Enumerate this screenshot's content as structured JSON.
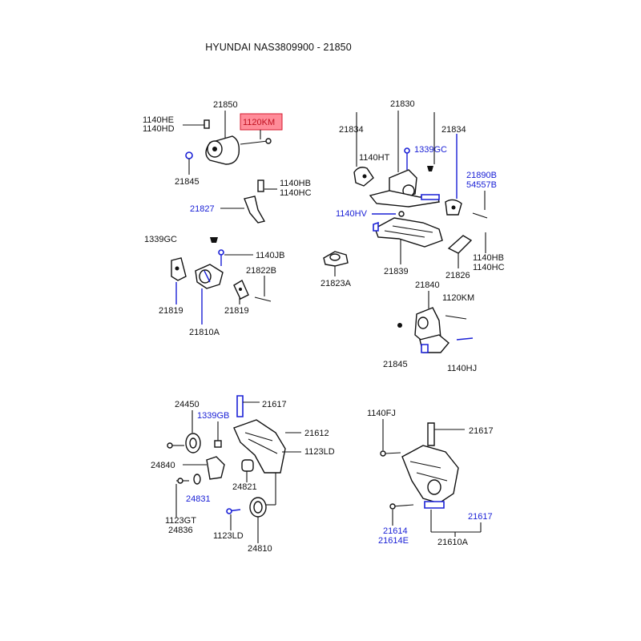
{
  "title": "HYUNDAI NAS3809900 - 21850",
  "colors": {
    "highlight_fill": "#ff8c99",
    "highlight_border": "#d61a2e",
    "link_blue": "#1a20d6",
    "ink": "#111111"
  },
  "labels": {
    "l1140HE": "1140HE",
    "l1140HD": "1140HD",
    "l21850": "21850",
    "l1120KM_top": "1120KM",
    "l21845_top": "21845",
    "l1140HB_a": "1140HB",
    "l1140HC_a": "1140HC",
    "l21827": "21827",
    "l1339GC_left": "1339GC",
    "l1140JB": "1140JB",
    "l21822B": "21822B",
    "l21819_a": "21819",
    "l21819_b": "21819",
    "l21810A": "21810A",
    "l21830": "21830",
    "l21834_a": "21834",
    "l21834_b": "21834",
    "l1140HT": "1140HT",
    "l1339GC_mid": "1339GC",
    "l21890B": "21890B",
    "l54557B": "54557B",
    "l1140HV": "1140HV",
    "l21823A": "21823A",
    "l21839": "21839",
    "l21826": "21826",
    "l1140HB_b": "1140HB",
    "l1140HC_b": "1140HC",
    "l21840": "21840",
    "l1120KM_right": "1120KM",
    "l21845_right": "21845",
    "l1140HJ": "1140HJ",
    "l24450": "24450",
    "l21617_a": "21617",
    "l1339GB": "1339GB",
    "l21612": "21612",
    "l1123LD_a": "1123LD",
    "l24840": "24840",
    "l24821": "24821",
    "l24831": "24831",
    "l1123GT": "1123GT",
    "l24836": "24836",
    "l1123LD_b": "1123LD",
    "l24810": "24810",
    "l1140FJ": "1140FJ",
    "l21617_b": "21617",
    "l21614": "21614",
    "l21614E": "21614E",
    "l21617_c": "21617",
    "l21610A": "21610A"
  }
}
